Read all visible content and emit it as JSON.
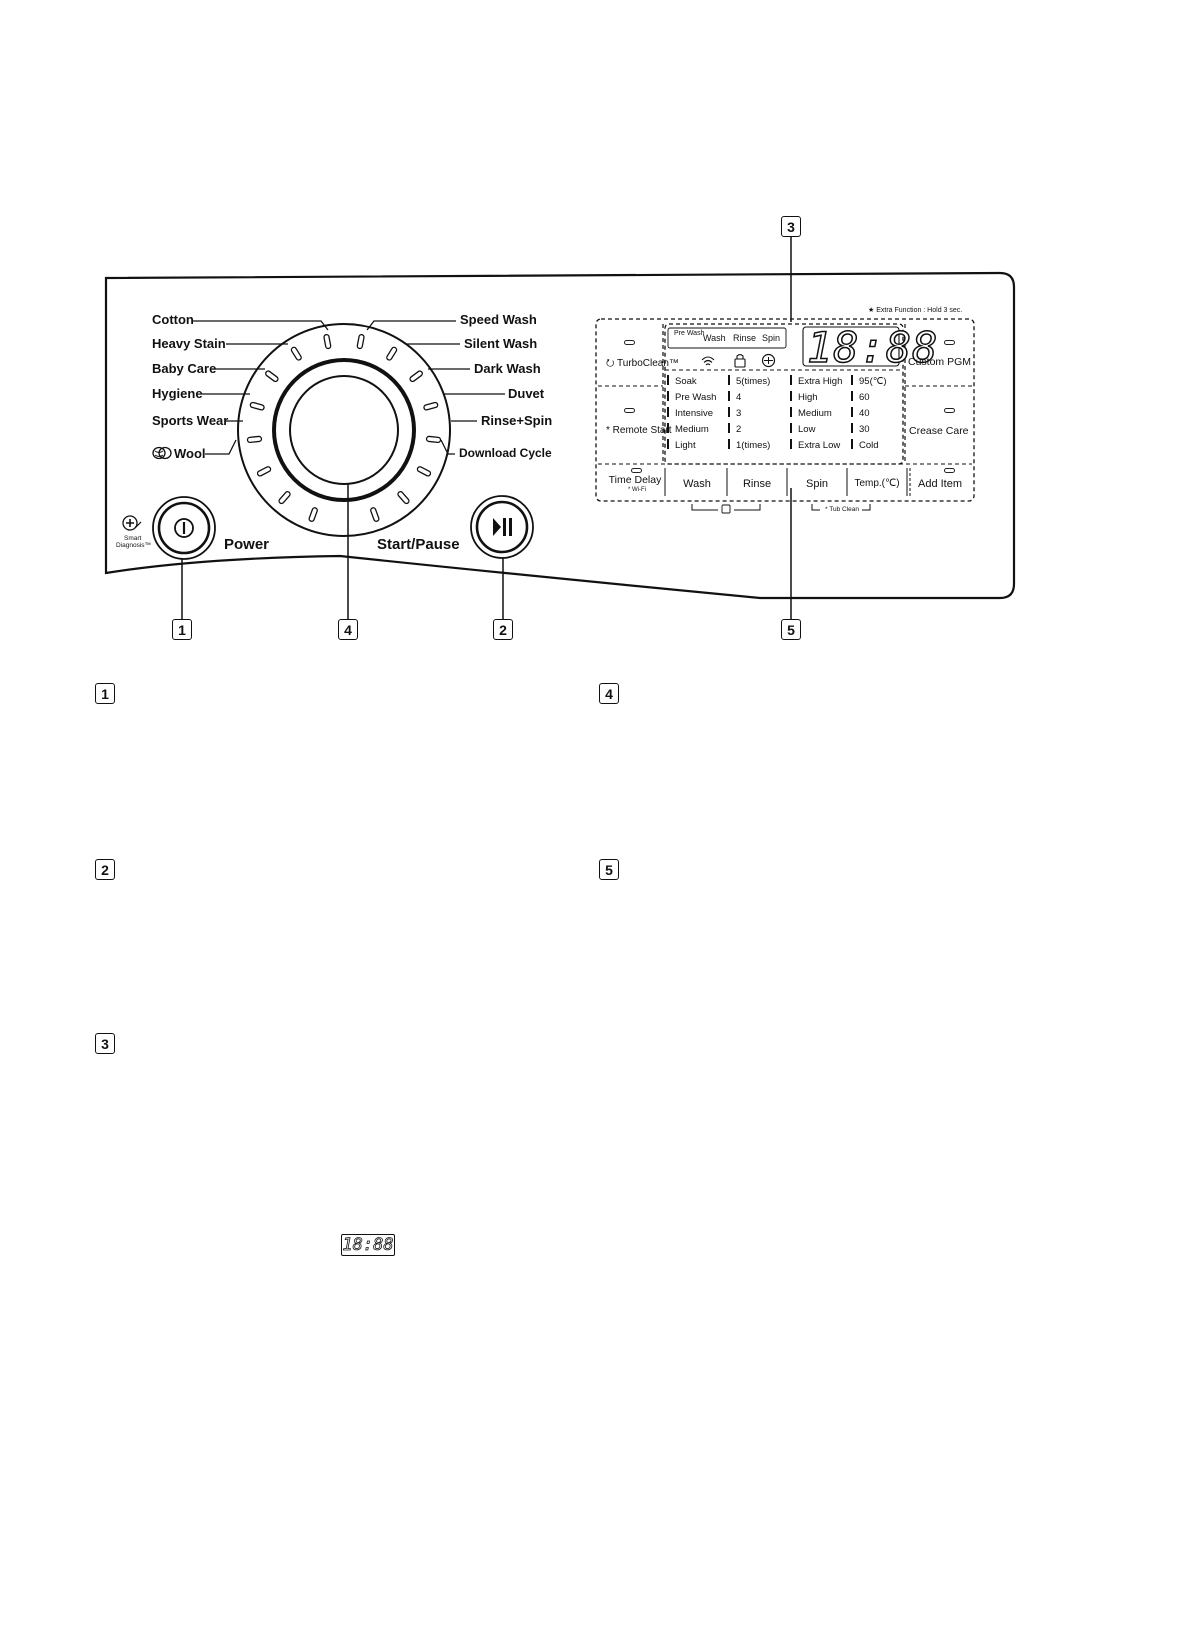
{
  "programs_left": [
    "Cotton",
    "Heavy Stain",
    "Baby Care",
    "Hygiene",
    "Sports Wear",
    "Wool"
  ],
  "programs_right": [
    "Speed Wash",
    "Silent Wash",
    "Dark Wash",
    "Duvet",
    "Rinse+Spin",
    "Download Cycle"
  ],
  "power_label": "Power",
  "start_label": "Start/Pause",
  "smart_diagnosis": [
    "Smart",
    "Diagnosis™"
  ],
  "extra_function": "★ Extra Function : Hold 3 sec.",
  "display": {
    "stages": [
      "Pre Wash",
      "Wash",
      "Rinse",
      "Spin"
    ],
    "clock": "18:88",
    "col_wash": [
      "Soak",
      "Pre Wash",
      "Intensive",
      "Medium",
      "Light"
    ],
    "col_rinse": [
      "5(times)",
      "4",
      "3",
      "2",
      "1(times)"
    ],
    "col_spin": [
      "Extra High",
      "High",
      "Medium",
      "Low",
      "Extra Low"
    ],
    "col_temp": [
      "95(℃)",
      "60",
      "40",
      "30",
      "Cold"
    ]
  },
  "left_buttons": {
    "turbo": "TurboClean™",
    "remote": "* Remote Start"
  },
  "right_buttons": {
    "custom": "Custom PGM",
    "crease": "Crease Care"
  },
  "bottom_buttons": [
    "Time Delay",
    "Wash",
    "Rinse",
    "Spin",
    "Temp.(℃)",
    "Add Item"
  ],
  "wifi_note": "* Wi-Fi",
  "tub_clean": "* Tub Clean",
  "callouts": [
    "1",
    "2",
    "3",
    "4",
    "5"
  ],
  "sections": [
    "1",
    "4",
    "2",
    "5",
    "3"
  ],
  "inline_display": "18:88"
}
